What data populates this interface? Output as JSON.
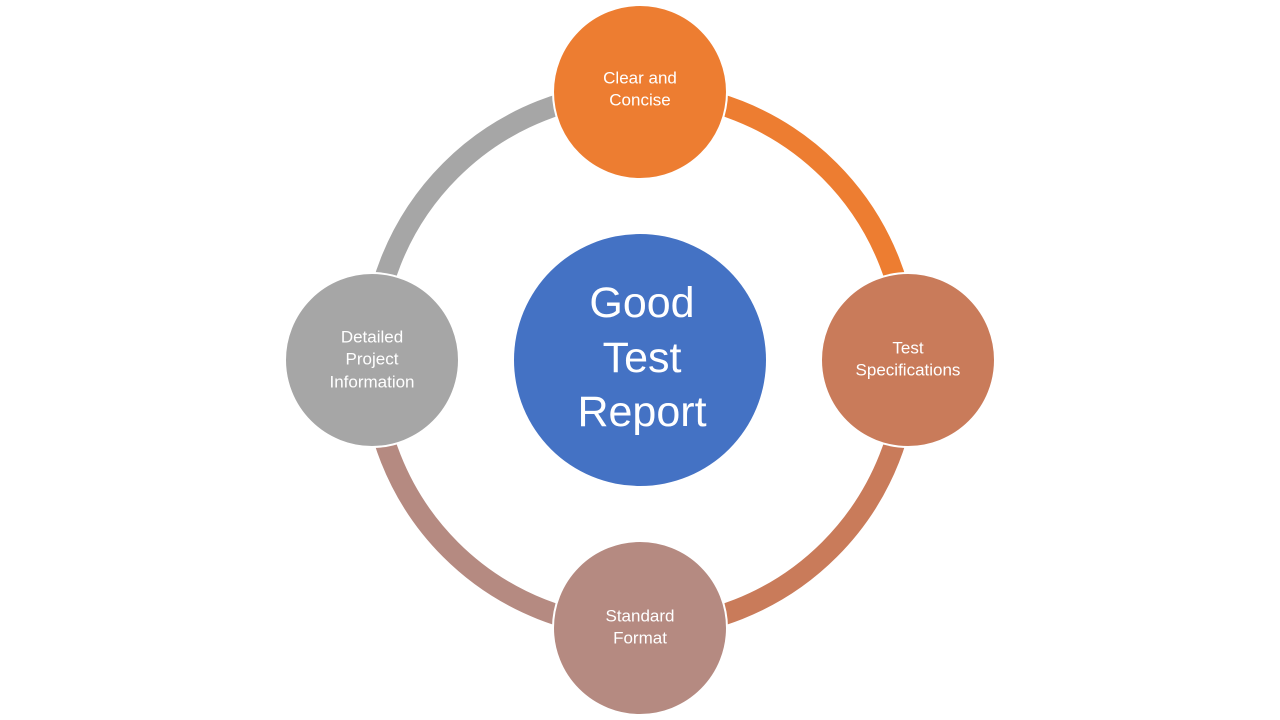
{
  "diagram": {
    "type": "cycle",
    "background": "#FFFFFF",
    "text_color": "#FFFFFF",
    "center": {
      "label": "Good\nTest\nReport",
      "color": "#4472C4"
    },
    "nodes": [
      {
        "id": "top",
        "label": "Clear and\nConcise",
        "color": "#ED7D31"
      },
      {
        "id": "right",
        "label": "Test\nSpecifications",
        "color": "#C97B5A"
      },
      {
        "id": "bottom",
        "label": "Standard\nFormat",
        "color": "#B58A81"
      },
      {
        "id": "left",
        "label": "Detailed\nProject\nInformation",
        "color": "#A6A6A6"
      }
    ],
    "ring": {
      "segments": [
        {
          "from": "top",
          "to": "right",
          "color": "#ED7D31"
        },
        {
          "from": "right",
          "to": "bottom",
          "color": "#C97B5A"
        },
        {
          "from": "bottom",
          "to": "left",
          "color": "#B58A81"
        },
        {
          "from": "left",
          "to": "top",
          "color": "#A6A6A6"
        }
      ]
    }
  }
}
